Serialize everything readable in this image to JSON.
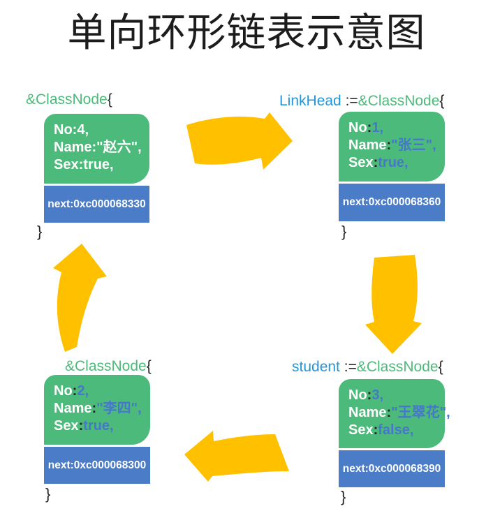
{
  "title": "单向环形链表示意图",
  "colors": {
    "node_data_green": "#4cba7a",
    "next_box_blue": "#4a7cc7",
    "value_blue": "#4677cd",
    "variable_blue": "#2496d8",
    "arrow_gold": "#ffc000",
    "ink": "#1c1c1c"
  },
  "nodes": [
    {
      "position": "top-left",
      "header": {
        "type": "&ClassNode",
        "open": "{"
      },
      "fields": [
        {
          "label": "No",
          "colon": ":",
          "value": "4,"
        },
        {
          "label": "Name",
          "colon": ":",
          "value": "\"赵六\","
        },
        {
          "label": "Sex",
          "colon": ":",
          "value": "true,"
        }
      ],
      "next": "next:0xc000068330",
      "close": "}"
    },
    {
      "position": "top-right",
      "header": {
        "var": "LinkHead ",
        "op": ":=",
        "type": "&ClassNode",
        "open": "{"
      },
      "fields": [
        {
          "label": "No",
          "colon": ":",
          "value": "1,"
        },
        {
          "label": "Name",
          "colon": ":",
          "value": "\"张三\","
        },
        {
          "label": "Sex",
          "colon": ":",
          "value": "true,"
        }
      ],
      "next": "next:0xc000068360",
      "close": "}"
    },
    {
      "position": "bottom-right",
      "header": {
        "var": "student ",
        "op": ":=",
        "type": "&ClassNode",
        "open": "{"
      },
      "fields": [
        {
          "label": "No",
          "colon": ":",
          "value": "3,"
        },
        {
          "label": "Name",
          "colon": ":",
          "value": "\"王翠花\","
        },
        {
          "label": "Sex",
          "colon": ":",
          "value": "false,"
        }
      ],
      "next": "next:0xc000068390",
      "close": "}"
    },
    {
      "position": "bottom-left",
      "header": {
        "type": "&ClassNode",
        "open": "{"
      },
      "fields": [
        {
          "label": "No",
          "colon": ":",
          "value": "2,"
        },
        {
          "label": "Name",
          "colon": ":",
          "value": "\"李四\","
        },
        {
          "label": "Sex",
          "colon": ":",
          "value": "true,"
        }
      ],
      "next": "next:0xc000068300",
      "close": "}"
    }
  ],
  "arrows": [
    {
      "name": "curved-arrow-right",
      "direction": "right"
    },
    {
      "name": "curved-arrow-down",
      "direction": "down"
    },
    {
      "name": "curved-arrow-left",
      "direction": "left"
    },
    {
      "name": "curved-arrow-up",
      "direction": "up"
    }
  ]
}
